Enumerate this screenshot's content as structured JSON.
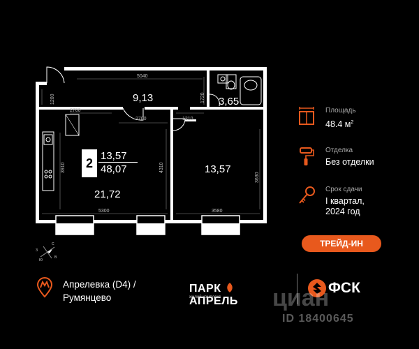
{
  "plan": {
    "rooms_count": "2",
    "living_area": "13,57",
    "total_area": "48,07",
    "room_areas": {
      "hall": "9,13",
      "bathroom": "3,65",
      "kitchen_living": "21,72",
      "bedroom": "13,57"
    },
    "dimensions": {
      "top_width": "5040",
      "hall_height": "1720",
      "entry_height": "1200",
      "hall_width": "2700",
      "kitchen_top": "2700",
      "corridor": "1310",
      "kitchen_height": "3910",
      "wall_height": "4310",
      "kitchen_bottom": "5300",
      "bedroom_height": "3630",
      "bedroom_bottom": "3580"
    },
    "compass": {
      "north": "С",
      "south": "Ю",
      "west": "З",
      "east": "В"
    }
  },
  "info": {
    "area": {
      "label": "Площадь",
      "value": "48.4 м",
      "unit_sup": "2",
      "icon": "area-icon"
    },
    "finish": {
      "label": "Отделка",
      "value": "Без отделки",
      "icon": "paint-roller-icon"
    },
    "deadline": {
      "label": "Срок сдачи",
      "value_line1": "I квартал,",
      "value_line2": "2024 год",
      "icon": "key-icon"
    }
  },
  "trade_in_label": "ТРЕЙД-ИН",
  "metro": {
    "line1": "Апрелевка (D4)  /",
    "line2": "Румянцево",
    "icon": "metro-pin-icon"
  },
  "logos": {
    "park_name": "ПАРК",
    "park_name2": "АПРЕЛЬ",
    "park_sub": "жилой комплекс",
    "fsk": "ФСК"
  },
  "watermark": {
    "word": "циан",
    "id": "ID 18400645"
  },
  "colors": {
    "accent": "#e8591d",
    "background": "#000000",
    "text": "#ffffff"
  }
}
